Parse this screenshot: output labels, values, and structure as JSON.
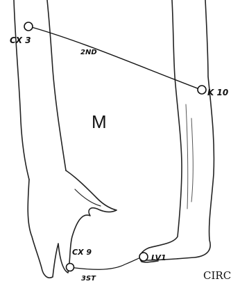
{
  "figure": {
    "labels": {
      "cx3": "CX 3",
      "second": "2ND",
      "k10": "K 10",
      "m": "M",
      "cx9": "CX 9",
      "third": "3ST",
      "lv1": "LV1",
      "caption": "CIRC"
    },
    "colors": {
      "ink": "#111111",
      "paper": "#ffffff"
    }
  }
}
